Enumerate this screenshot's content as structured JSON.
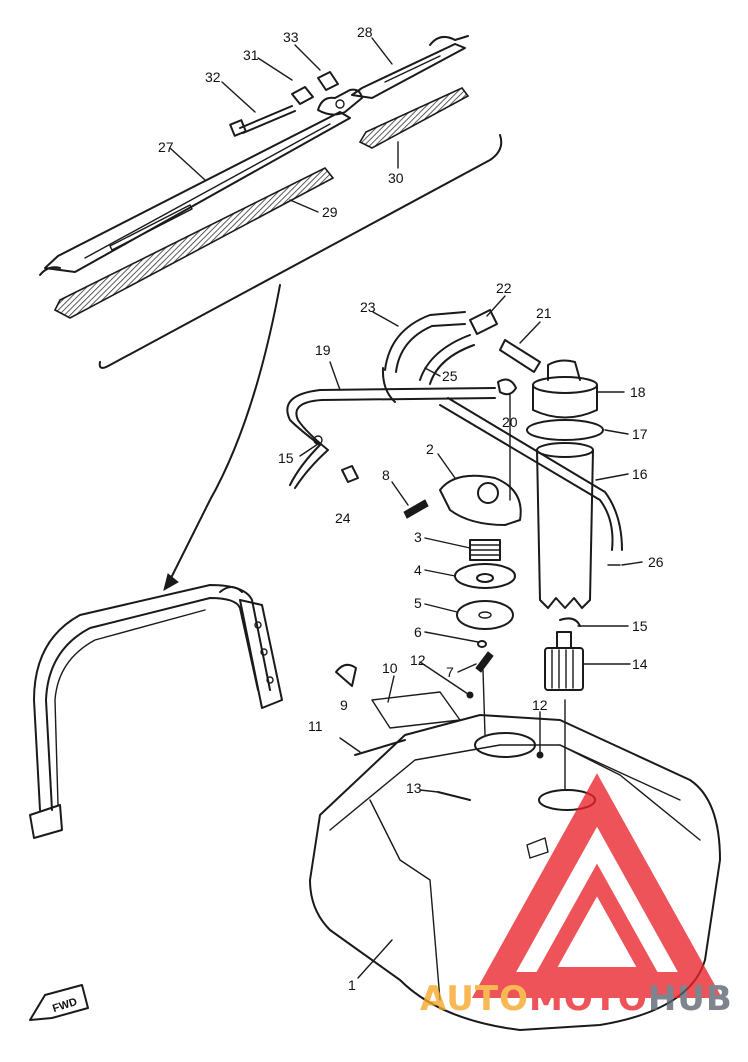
{
  "part_numbers": {
    "p1": "1",
    "p2": "2",
    "p3": "3",
    "p4": "4",
    "p5": "5",
    "p6": "6",
    "p7": "7",
    "p8": "8",
    "p9": "9",
    "p10": "10",
    "p11": "11",
    "p12a": "12",
    "p12b": "12",
    "p13": "13",
    "p14": "14",
    "p15a": "15",
    "p15b": "15",
    "p16": "16",
    "p17": "17",
    "p18": "18",
    "p19": "19",
    "p20": "20",
    "p21": "21",
    "p22": "22",
    "p23": "23",
    "p24": "24",
    "p25": "25",
    "p26": "26",
    "p27": "27",
    "p28": "28",
    "p29": "29",
    "p30": "30",
    "p31": "31",
    "p32": "32",
    "p33": "33"
  },
  "fwd_label": "FWD",
  "watermark": {
    "auto": "AUTO",
    "moto": "MOTO",
    "hub": "HUB",
    "color_orange": "#f5a623",
    "color_red": "#e8232a",
    "color_gray": "#5b6470"
  }
}
